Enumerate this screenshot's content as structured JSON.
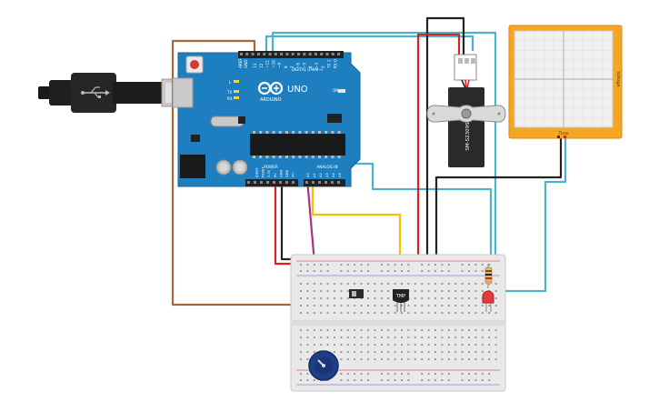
{
  "arduino": {
    "digital_header_label": "DIGITAL (PWM~)",
    "brand_label": "ARDUINO",
    "model_label": "UNO",
    "power_label": "POWER",
    "analog_label": "ANALOG IN",
    "on_label": "ON",
    "l_label": "L",
    "tx_label": "TX",
    "rx_label": "RX",
    "aref_label": "AREF",
    "gnd_label": "GND",
    "pin_labels": [
      "13",
      "12",
      "~11",
      "~10",
      "~9",
      "8",
      "7",
      "~6",
      "~5",
      "4",
      "~3",
      "2",
      "TX 1",
      "RX 0"
    ],
    "power_pin_labels": [
      "IOREF",
      "RESET",
      "3.3V",
      "5V",
      "GND",
      "GND",
      "Vin"
    ],
    "analog_pin_labels": [
      "A0",
      "A1",
      "A2",
      "A3",
      "A4",
      "A5"
    ]
  },
  "servo": {
    "model_label": "SM-S2309S"
  },
  "display": {
    "side_label": "Voltage",
    "bottom_label": "Time"
  },
  "sensor": {
    "label": "TMP"
  },
  "colors": {
    "board_blue": "#1e7fc0",
    "wire_red": "#e02020",
    "wire_black": "#222222",
    "wire_cyan": "#4ab3cc",
    "wire_yellow": "#f2c200",
    "wire_brown": "#a0683c",
    "wire_magenta": "#b03080",
    "display_orange": "#f5a623",
    "breadboard": "#e9e9e9",
    "led_red": "#e23b3b",
    "pot_blue": "#1d3f8a"
  }
}
